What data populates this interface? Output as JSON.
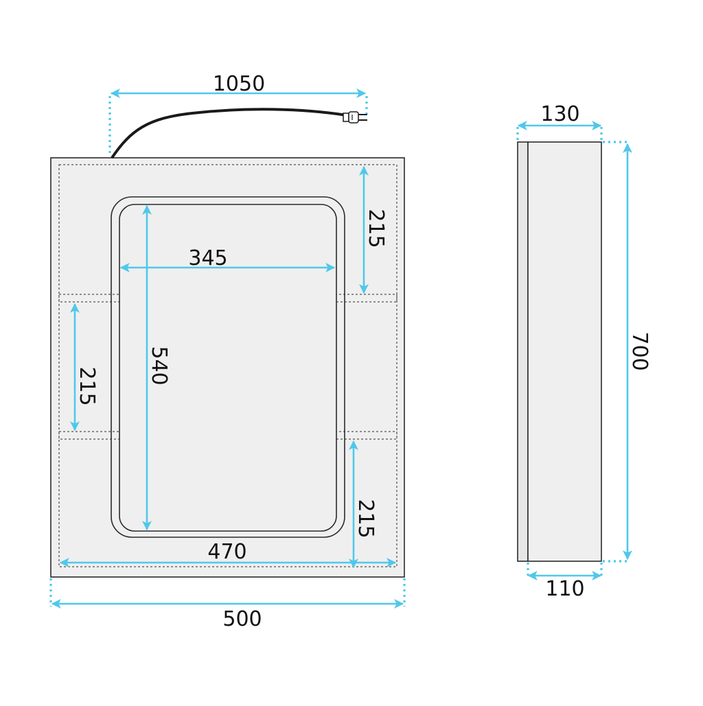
{
  "colors": {
    "dimension": "#4fc8ea",
    "outline": "#2a2a2a",
    "panel_fill": "#efefef",
    "cable": "#1a1a1a"
  },
  "front_view": {
    "cable_length": "1050",
    "mirror_width": "345",
    "mirror_height": "540",
    "shelf_top_height": "215",
    "shelf_middle_height": "215",
    "shelf_bottom_height": "215",
    "inner_width": "470",
    "overall_width": "500"
  },
  "side_view": {
    "outer_depth": "130",
    "overall_height": "700",
    "inner_depth": "110"
  },
  "icons": [
    "plug-icon",
    "arrow-icon"
  ]
}
